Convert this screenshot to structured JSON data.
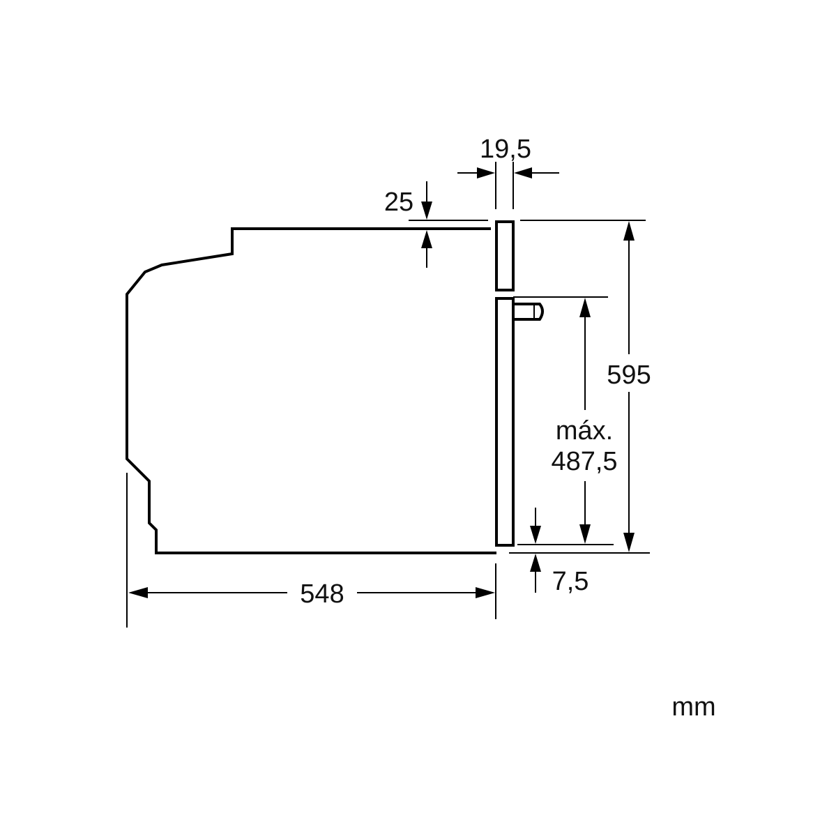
{
  "dimensions": {
    "door_thickness": "19,5",
    "top_offset": "25",
    "total_height": "595",
    "max_label": "máx.",
    "max_height": "487,5",
    "bottom_offset": "7,5",
    "depth": "548"
  },
  "unit": "mm"
}
